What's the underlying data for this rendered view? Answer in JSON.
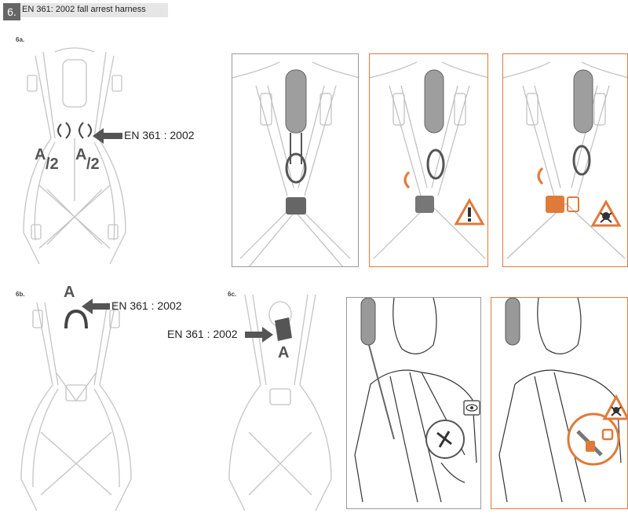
{
  "header": {
    "step_number": "6.",
    "title": "EN 361: 2002 fall arrest harness"
  },
  "sections": {
    "a": {
      "label": "6a.",
      "callout": "EN 361 : 2002",
      "letter_left": "A",
      "sub_left": "/2",
      "letter_right": "A",
      "sub_right": "/2"
    },
    "b": {
      "label": "6b.",
      "callout": "EN 361 : 2002",
      "letter": "A"
    },
    "c": {
      "label": "6c.",
      "callout": "EN 361 : 2002",
      "letter": "A"
    }
  },
  "icons": {
    "warning": "warning-triangle-icon",
    "forbidden": "skull-triangle-icon",
    "eye": "eye-check-icon"
  },
  "colors": {
    "warning_orange": "#e07a3a",
    "frame_gray": "#9a9a9a",
    "line_gray": "#bdbdbd",
    "dark_gray": "#555555"
  }
}
